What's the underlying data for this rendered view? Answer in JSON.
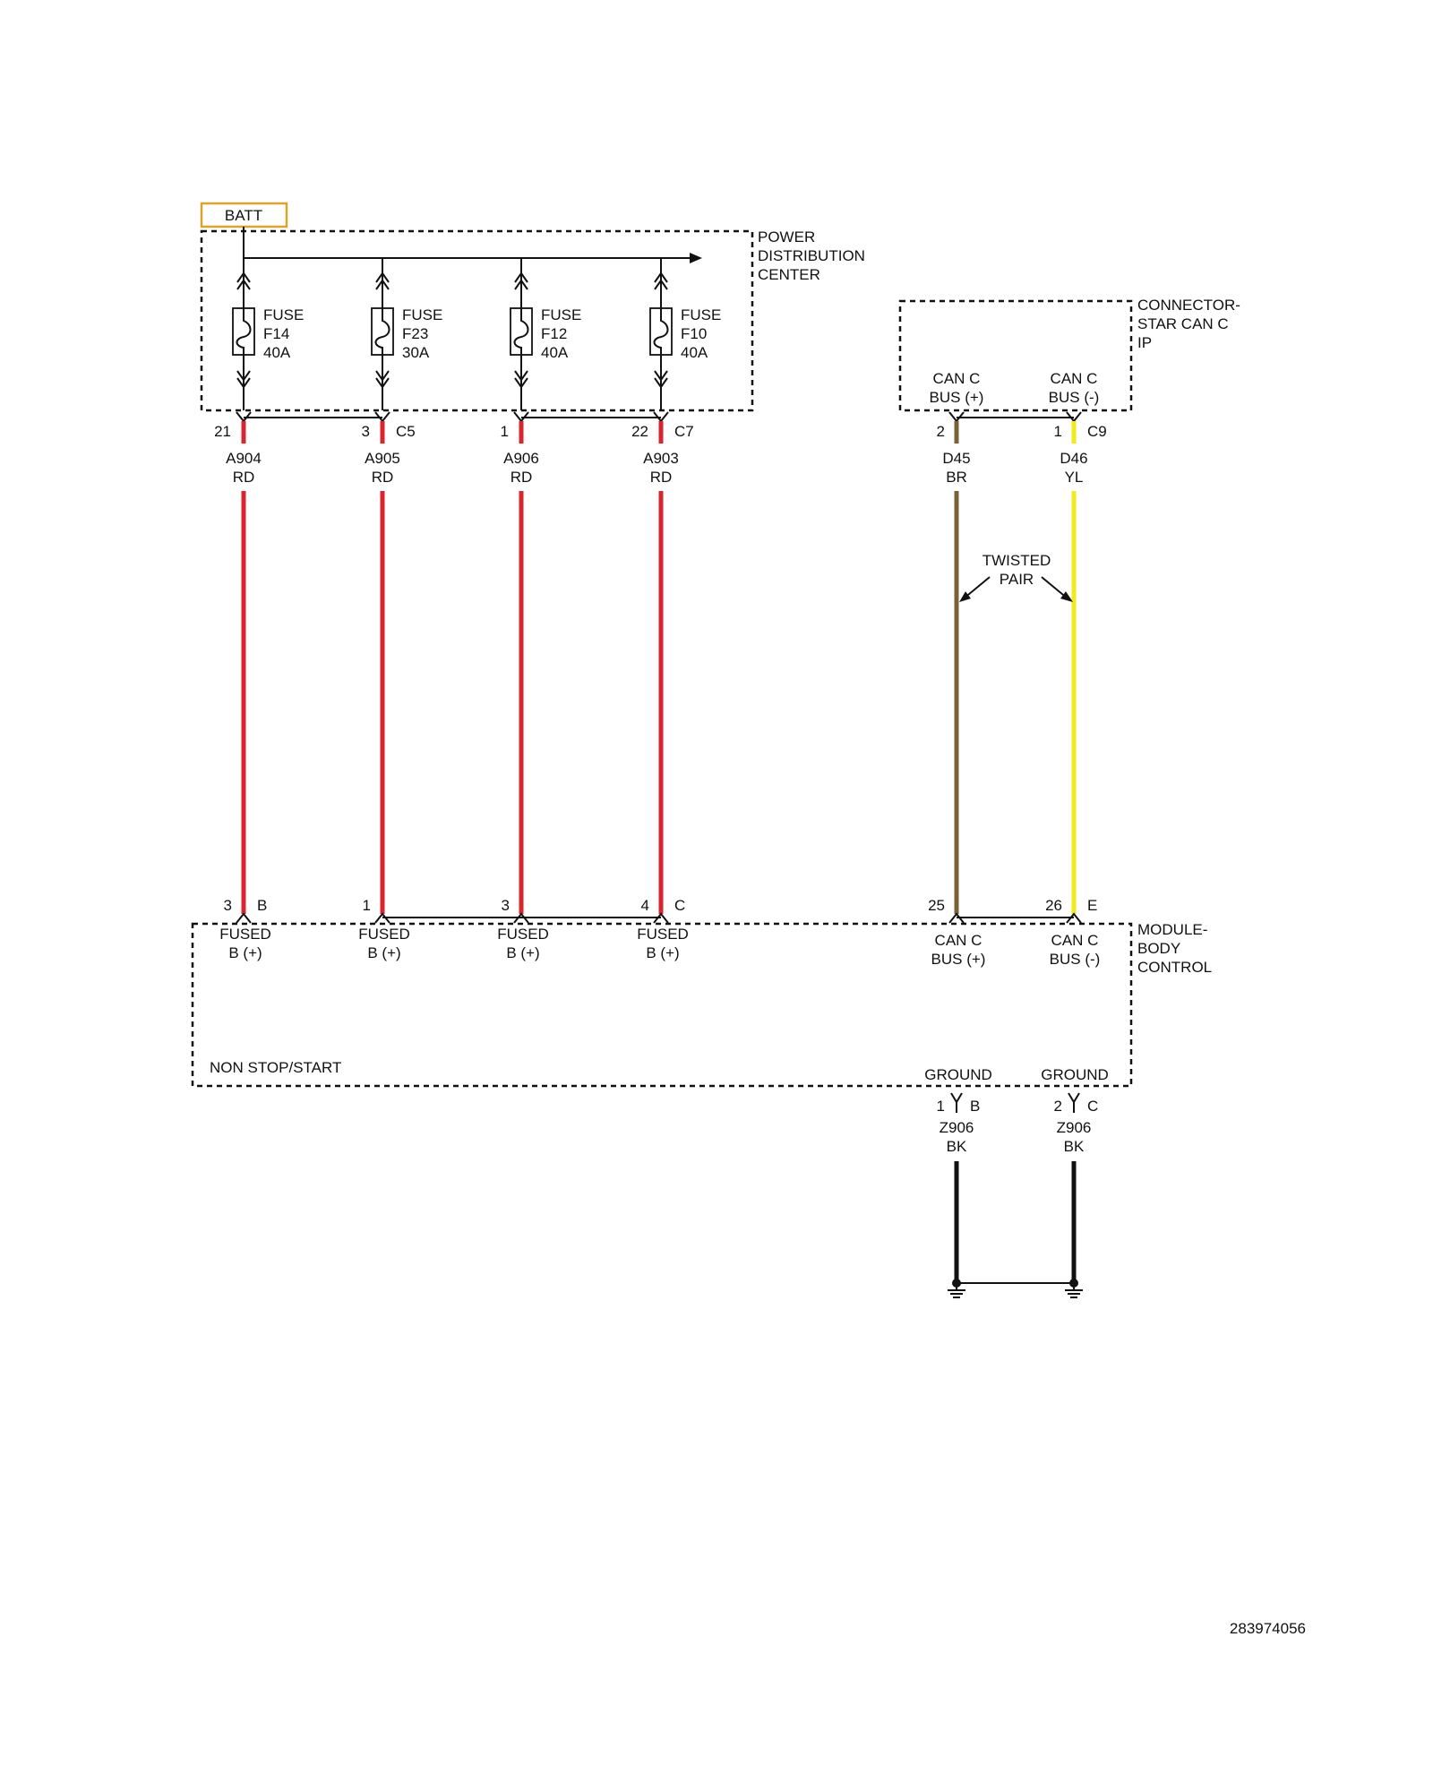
{
  "diagram": {
    "battery_label": "BATT",
    "pdc": {
      "label_lines": [
        "POWER",
        "DISTRIBUTION",
        "CENTER"
      ],
      "connector_c5": "C5",
      "connector_c7": "C7"
    },
    "fuses": [
      {
        "lines": [
          "FUSE",
          "F14",
          "40A"
        ],
        "pin": "21",
        "circuit": "A904",
        "color_code": "RD"
      },
      {
        "lines": [
          "FUSE",
          "F23",
          "30A"
        ],
        "pin": "3",
        "circuit": "A905",
        "color_code": "RD"
      },
      {
        "lines": [
          "FUSE",
          "F12",
          "40A"
        ],
        "pin": "1",
        "circuit": "A906",
        "color_code": "RD"
      },
      {
        "lines": [
          "FUSE",
          "F10",
          "40A"
        ],
        "pin": "22",
        "circuit": "A903",
        "color_code": "RD"
      }
    ],
    "star_connector": {
      "label_lines": [
        "CONNECTOR-",
        "STAR CAN C",
        "IP"
      ],
      "connector": "C9",
      "pins": [
        {
          "name_lines": [
            "CAN C",
            "BUS (+)"
          ],
          "pin": "2",
          "circuit": "D45",
          "color_code": "BR"
        },
        {
          "name_lines": [
            "CAN C",
            "BUS (-)"
          ],
          "pin": "1",
          "circuit": "D46",
          "color_code": "YL"
        }
      ]
    },
    "twisted_pair_lines": [
      "TWISTED",
      "PAIR"
    ],
    "bcm": {
      "label_lines": [
        "MODULE-",
        "BODY",
        "CONTROL"
      ],
      "variant_note": "NON STOP/START",
      "fused_pins": [
        {
          "pin": "3",
          "connector": "B",
          "name_lines": [
            "FUSED",
            "B (+)"
          ]
        },
        {
          "pin": "1",
          "connector": "",
          "name_lines": [
            "FUSED",
            "B (+)"
          ]
        },
        {
          "pin": "3",
          "connector": "",
          "name_lines": [
            "FUSED",
            "B (+)"
          ]
        },
        {
          "pin": "4",
          "connector": "C",
          "name_lines": [
            "FUSED",
            "B (+)"
          ]
        }
      ],
      "can_pins": [
        {
          "pin": "25",
          "connector": "",
          "name_lines": [
            "CAN C",
            "BUS (+)"
          ]
        },
        {
          "pin": "26",
          "connector": "E",
          "name_lines": [
            "CAN C",
            "BUS (-)"
          ]
        }
      ],
      "ground_pins": [
        {
          "pin": "1",
          "connector": "B",
          "name": "GROUND",
          "circuit": "Z906",
          "color_code": "BK"
        },
        {
          "pin": "2",
          "connector": "C",
          "name": "GROUND",
          "circuit": "Z906",
          "color_code": "BK"
        }
      ]
    },
    "figure_id": "283974056",
    "colors": {
      "red_wire": "#d9262e",
      "brown_wire": "#7a6234",
      "yellow_wire": "#f2ea1a",
      "black_wire": "#111111",
      "batt_border": "#d9a62a"
    }
  }
}
